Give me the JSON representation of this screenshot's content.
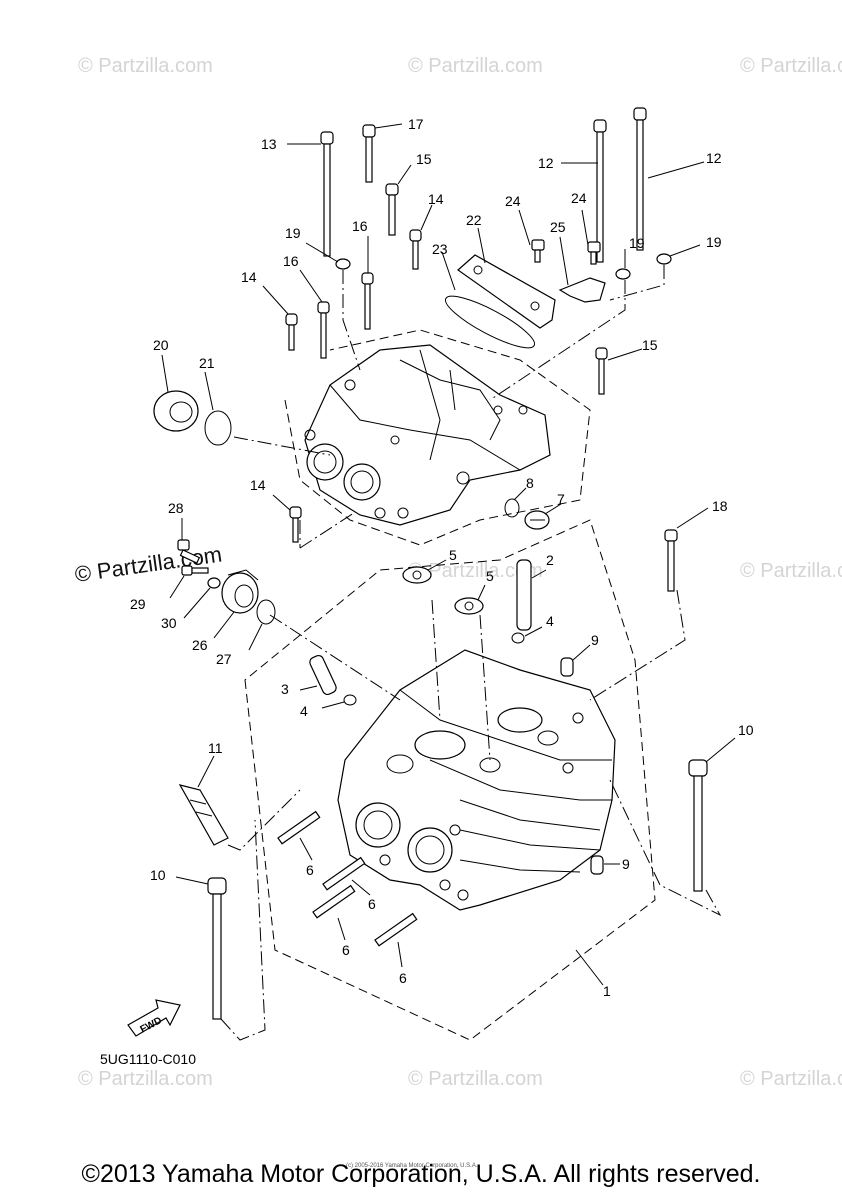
{
  "watermarks": {
    "faint": "© Partzilla.com",
    "bold": "© Partzilla.com"
  },
  "callouts": [
    "1",
    "2",
    "3",
    "4",
    "4",
    "5",
    "5",
    "6",
    "6",
    "6",
    "6",
    "7",
    "8",
    "9",
    "9",
    "10",
    "10",
    "11",
    "12",
    "12",
    "13",
    "14",
    "14",
    "14",
    "15",
    "15",
    "16",
    "16",
    "17",
    "18",
    "19",
    "19",
    "19",
    "20",
    "21",
    "22",
    "23",
    "24",
    "24",
    "25",
    "26",
    "27",
    "28",
    "29",
    "30"
  ],
  "diagram_code": "5UG1110-C010",
  "fwd_label": "FWD",
  "fine_print": "(c) 2005-2016 Yamaha Motor Corporation, U.S.A.",
  "copyright": "©2013 Yamaha Motor Corporation, U.S.A. All rights reserved."
}
